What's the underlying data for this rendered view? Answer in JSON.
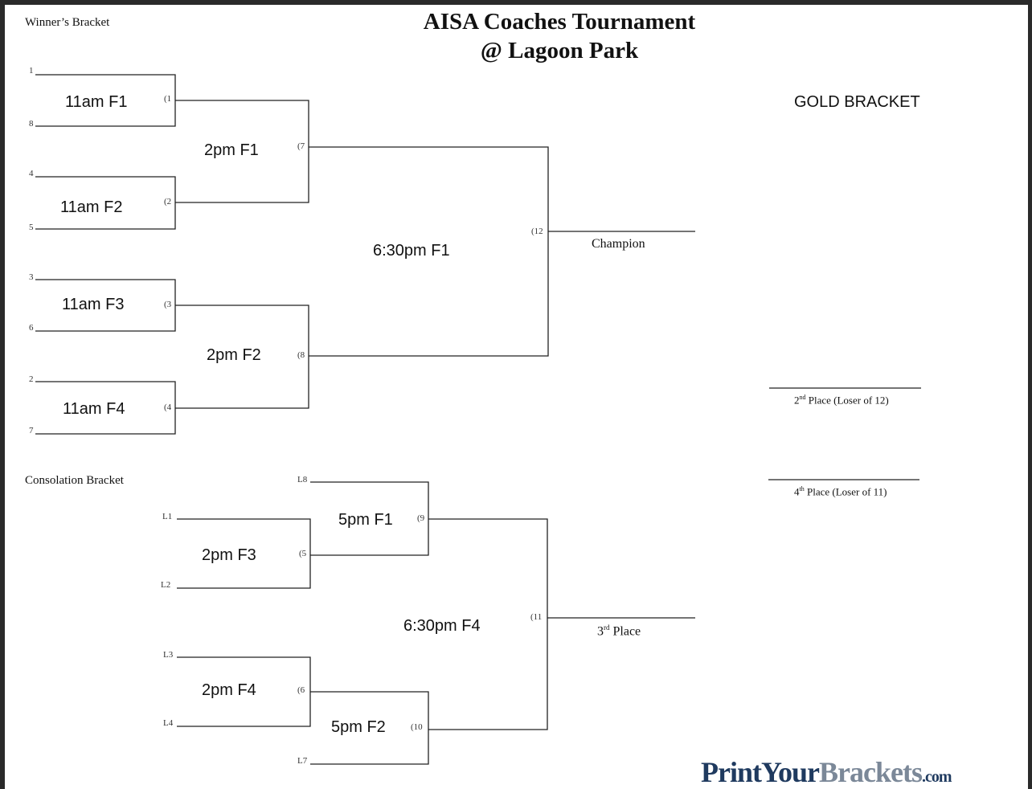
{
  "title": {
    "line1": "AISA Coaches Tournament",
    "line2": "@ Lagoon Park"
  },
  "gold_label": "GOLD BRACKET",
  "winners": {
    "label": "Winner’s Bracket",
    "seeds": [
      "1",
      "8",
      "4",
      "5",
      "3",
      "6",
      "2",
      "7"
    ],
    "r1_games": [
      "11am F1",
      "11am F2",
      "11am F3",
      "11am F4"
    ],
    "r1_nums": [
      "(1",
      "(2",
      "(3",
      "(4"
    ],
    "r2_games": [
      "2pm F1",
      "2pm F2"
    ],
    "r2_nums": [
      "(7",
      "(8"
    ],
    "final_game": "6:30pm F1",
    "final_num": "(12",
    "champion": "Champion"
  },
  "consolation": {
    "label": "Consolation Bracket",
    "losers": [
      "L1",
      "L2",
      "L3",
      "L4",
      "L8",
      "L7"
    ],
    "r1_games": [
      "2pm F3",
      "2pm F4"
    ],
    "r1_nums": [
      "(5",
      "(6"
    ],
    "r2_games": [
      "5pm F1",
      "5pm F2"
    ],
    "r2_nums": [
      "(9",
      "(10"
    ],
    "final_game": "6:30pm F4",
    "final_num": "(11",
    "third_base": "3",
    "third_sup": "rd",
    "third_rest": " Place"
  },
  "places": {
    "second_base": "2",
    "second_sup": "nd",
    "second_rest": " Place (Loser of 12)",
    "fourth_base": "4",
    "fourth_sup": "th",
    "fourth_rest": " Place (Loser of 11)"
  },
  "logo": {
    "part1": "PrintYour",
    "part2": "Brackets",
    "part3": ".com"
  }
}
